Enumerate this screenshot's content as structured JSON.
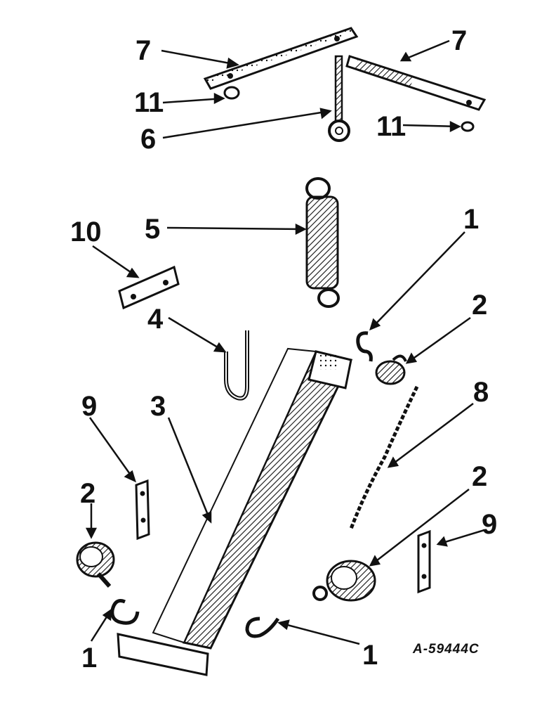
{
  "diagram": {
    "callouts": {
      "c1a": "1",
      "c1b": "1",
      "c1c": "1",
      "c2a": "2",
      "c2b": "2",
      "c2c": "2",
      "c3": "3",
      "c4": "4",
      "c5": "5",
      "c6": "6",
      "c7a": "7",
      "c7b": "7",
      "c8": "8",
      "c9a": "9",
      "c9b": "9",
      "c10": "10",
      "c11a": "11",
      "c11b": "11"
    },
    "drawing_code": "A-59444C",
    "colors": {
      "ink": "#111111",
      "paper": "#ffffff"
    }
  }
}
